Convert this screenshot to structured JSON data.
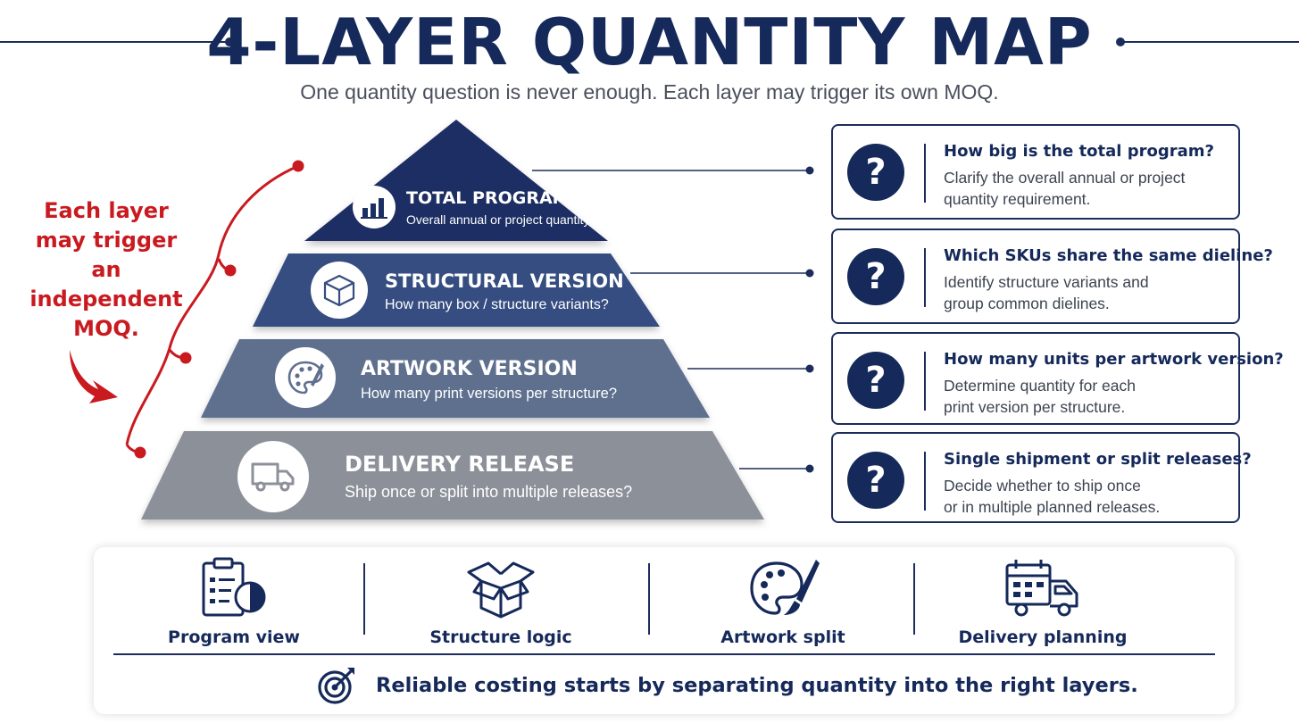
{
  "header": {
    "title": "4-LAYER QUANTITY MAP",
    "subtitle": "One quantity question is never enough. Each layer may trigger its own MOQ."
  },
  "colors": {
    "navy": "#15295a",
    "tier1": "#1c2f63",
    "tier2": "#364d80",
    "tier3": "#5f6f8f",
    "tier4": "#8c9199",
    "accent_red": "#c91a1f"
  },
  "side_note": {
    "lines": [
      "Each layer",
      "may trigger",
      "an independent",
      "MOQ."
    ]
  },
  "tiers": [
    {
      "title": "TOTAL PROGRAM",
      "subtitle": "Overall annual or project quantity",
      "icon": "bar-chart-icon"
    },
    {
      "title": "STRUCTURAL VERSION",
      "subtitle": "How many box / structure variants?",
      "icon": "box-icon"
    },
    {
      "title": "ARTWORK VERSION",
      "subtitle": "How many print versions per structure?",
      "icon": "palette-icon"
    },
    {
      "title": "DELIVERY RELEASE",
      "subtitle": "Ship once or split into multiple releases?",
      "icon": "truck-icon"
    }
  ],
  "questions": [
    {
      "title": "How big is the total program?",
      "lines": [
        "Clarify the overall annual or project",
        "quantity requirement."
      ],
      "badge": "?"
    },
    {
      "title": "Which SKUs share the same dieline?",
      "lines": [
        "Identify structure variants and",
        "group common dielines."
      ],
      "badge": "?"
    },
    {
      "title": "How many units per artwork version?",
      "lines": [
        "Determine quantity for each",
        "print version per structure."
      ],
      "badge": "?"
    },
    {
      "title": "Single shipment or split releases?",
      "lines": [
        "Decide whether to ship once",
        "or in multiple planned releases."
      ],
      "badge": "?"
    }
  ],
  "features": [
    {
      "label": "Program view",
      "icon": "clipboard-chart-icon"
    },
    {
      "label": "Structure logic",
      "icon": "open-box-icon"
    },
    {
      "label": "Artwork split",
      "icon": "palette-brush-icon"
    },
    {
      "label": "Delivery planning",
      "icon": "calendar-truck-icon"
    }
  ],
  "footer": {
    "text": "Reliable costing starts by separating quantity into the right layers.",
    "icon": "target-icon"
  }
}
